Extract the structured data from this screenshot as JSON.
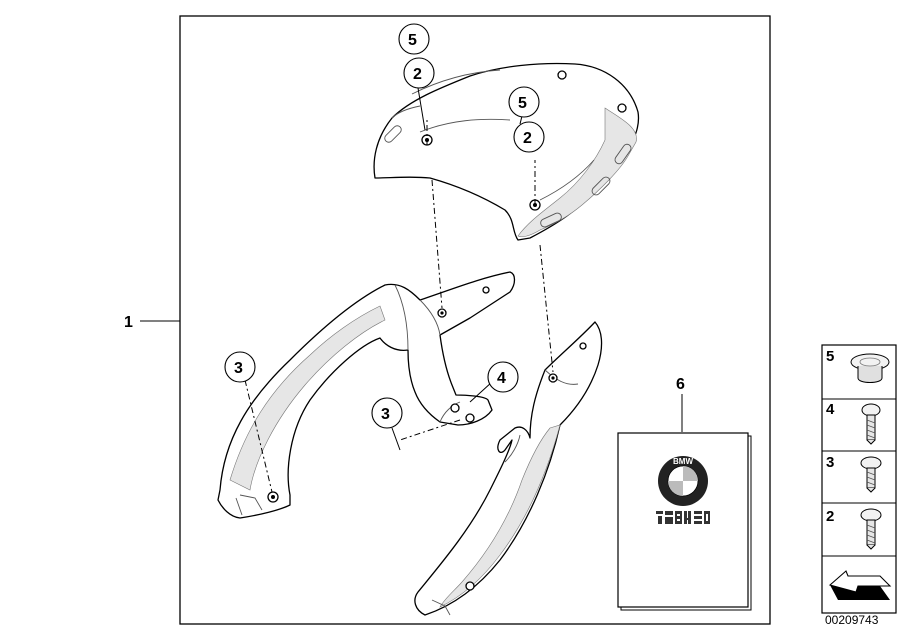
{
  "callouts": {
    "c1": "1",
    "c2a": "2",
    "c2b": "2",
    "c3a": "3",
    "c3b": "3",
    "c4": "4",
    "c5a": "5",
    "c5b": "5",
    "c6": "6"
  },
  "legend": {
    "items": [
      {
        "number": "5",
        "icon": "rivet-icon"
      },
      {
        "number": "4",
        "icon": "screw-icon"
      },
      {
        "number": "3",
        "icon": "screw-icon"
      },
      {
        "number": "2",
        "icon": "screw-icon"
      }
    ],
    "footer_icon": "arrow-plate-icon"
  },
  "diagram_id": "00209743",
  "manual": {
    "logo_letters": "BMW",
    "icon": "bmw-logo-icon"
  }
}
